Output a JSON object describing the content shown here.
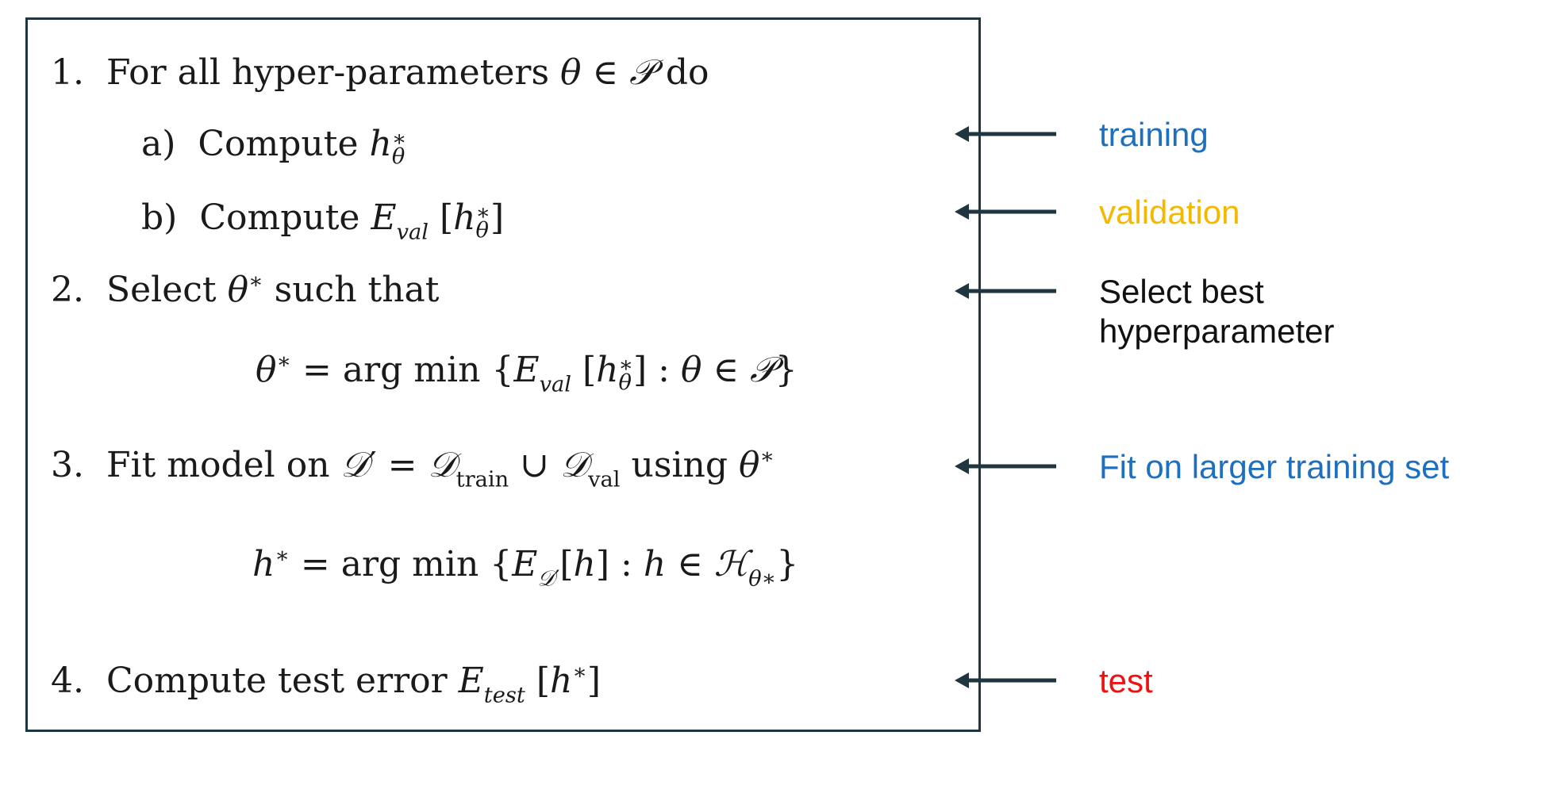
{
  "algorithm": {
    "step1": {
      "number": "1.",
      "text": "For all hyper-parameters",
      "set": "𝒫",
      "tail": "do"
    },
    "step1a": {
      "letter": "a)",
      "text": "Compute"
    },
    "step1b": {
      "letter": "b)",
      "text": "Compute"
    },
    "step2": {
      "number": "2.",
      "text": "Select",
      "tail": "such that",
      "eq_text": "arg min"
    },
    "step3": {
      "number": "3.",
      "text": "Fit model on",
      "tail": "using",
      "eq_text": "arg min",
      "sub_train": "train",
      "sub_val": "val"
    },
    "step4": {
      "number": "4.",
      "text": "Compute test error"
    }
  },
  "annotations": {
    "training": "training",
    "validation": "validation",
    "select_line1": "Select best",
    "select_line2": "hyperparameter",
    "fit": "Fit on larger training set",
    "test": "test"
  },
  "colors": {
    "box_border": "#1f3540",
    "arrow": "#1f3540",
    "training": "#1f6fbf",
    "validation": "#f5b800",
    "select": "#111111",
    "fit": "#1f6fbf",
    "test": "#ee1111"
  }
}
